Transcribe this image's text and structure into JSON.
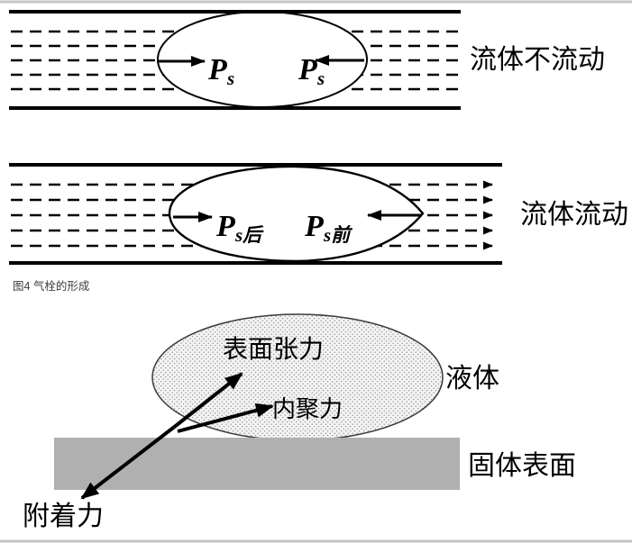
{
  "fig_no_flow": {
    "label": "流体不流动",
    "pressure_left": {
      "main": "P",
      "sub": "s"
    },
    "pressure_right": {
      "main": "P",
      "sub": "s"
    }
  },
  "fig_flow": {
    "label": "流体流动",
    "pressure_left": {
      "main": "P",
      "sub": "s后"
    },
    "pressure_right": {
      "main": "P",
      "sub": "s前"
    }
  },
  "caption": "图4 气栓的形成",
  "fig_droplet": {
    "surface_tension": "表面张力",
    "cohesion": "内聚力",
    "adhesion": "附着力",
    "liquid": "液体",
    "solid_surface": "固体表面"
  },
  "colors": {
    "ink": "#000000",
    "caption_text": "#3d3d3d",
    "solid_fill": "#b0b0b0",
    "droplet_bg": "#f3f3f3",
    "droplet_dot": "#888888",
    "page_rule": "#c4c4c4"
  }
}
